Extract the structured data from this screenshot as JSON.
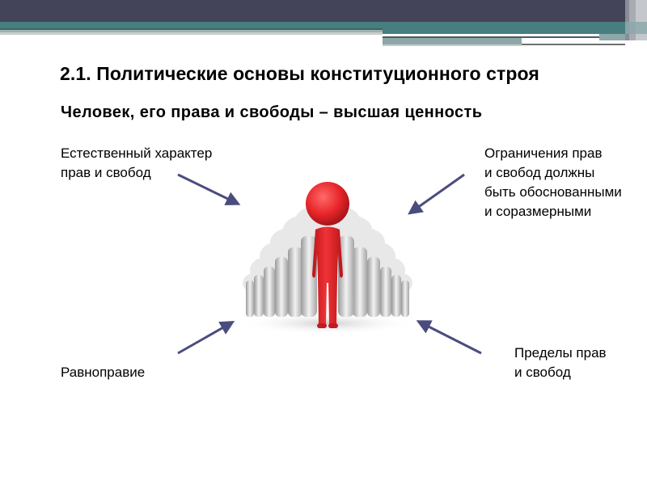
{
  "slide": {
    "title": "2.1. Политические основы конституционного строя",
    "subtitle": "Человек, его права и свободы – высшая ценность",
    "labels": {
      "top_left": "Естественный характер\nправ и свобод",
      "top_right": "Ограничения прав\nи свобод должны\nбыть обоснованными\nи соразмерными",
      "bottom_left": "Равноправие",
      "bottom_right": "Пределы прав\nи свобод"
    },
    "image": {
      "icon": "person-leader-crowd-icon",
      "description": "Red figure standing in front of rows of white figures"
    }
  },
  "colors": {
    "header_dark": "#43445a",
    "header_teal": "#477f80",
    "header_teal_light": "#8fa7a8",
    "header_gray": "#c3c9c9",
    "arrow": "#4b4c7e",
    "leader": "#e8262a",
    "crowd": "#d8d8d8"
  }
}
